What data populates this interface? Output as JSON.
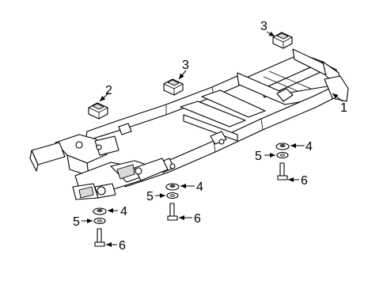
{
  "callouts": {
    "c1": "1",
    "c2": "2",
    "c3a": "3",
    "c3b": "3",
    "c4a": "4",
    "c4b": "4",
    "c4c": "4",
    "c5a": "5",
    "c5b": "5",
    "c5c": "5",
    "c6a": "6",
    "c6b": "6",
    "c6c": "6"
  }
}
